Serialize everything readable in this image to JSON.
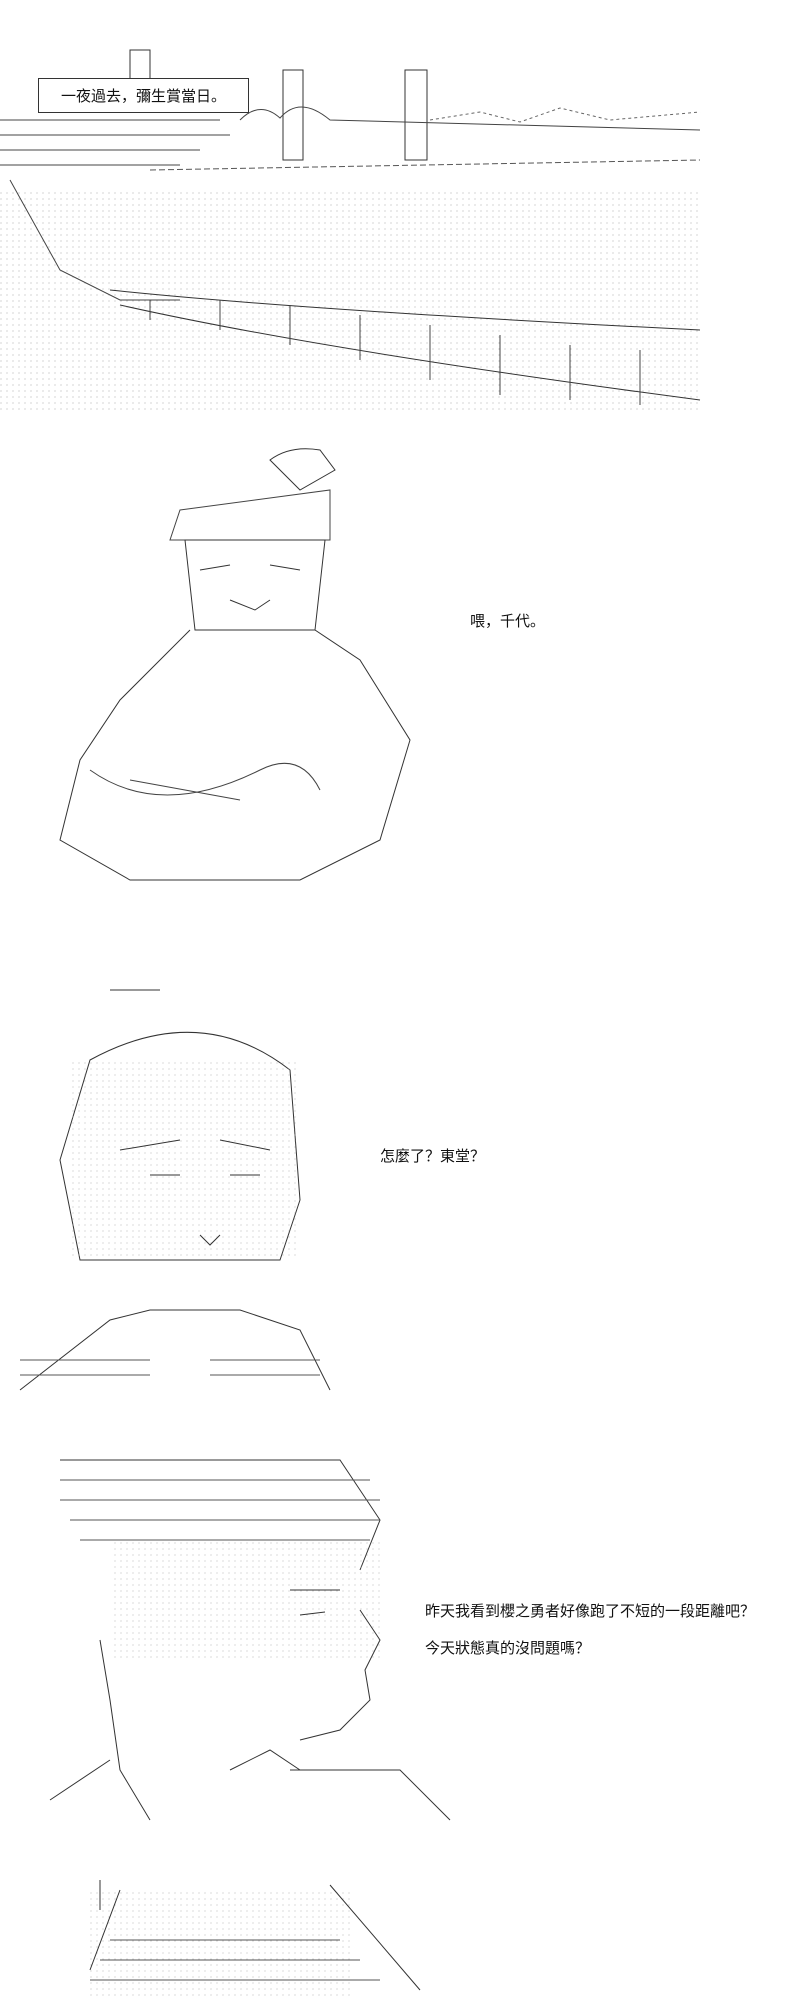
{
  "narration": {
    "caption": "一夜過去，彌生賞當日。"
  },
  "dialogue": {
    "line_1": "喂，千代。",
    "line_2": "怎麼了？東堂？",
    "line_3": "昨天我看到櫻之勇者好像跑了不短的一段距離吧？",
    "line_4": "今天狀態真的沒問題嗎？"
  }
}
